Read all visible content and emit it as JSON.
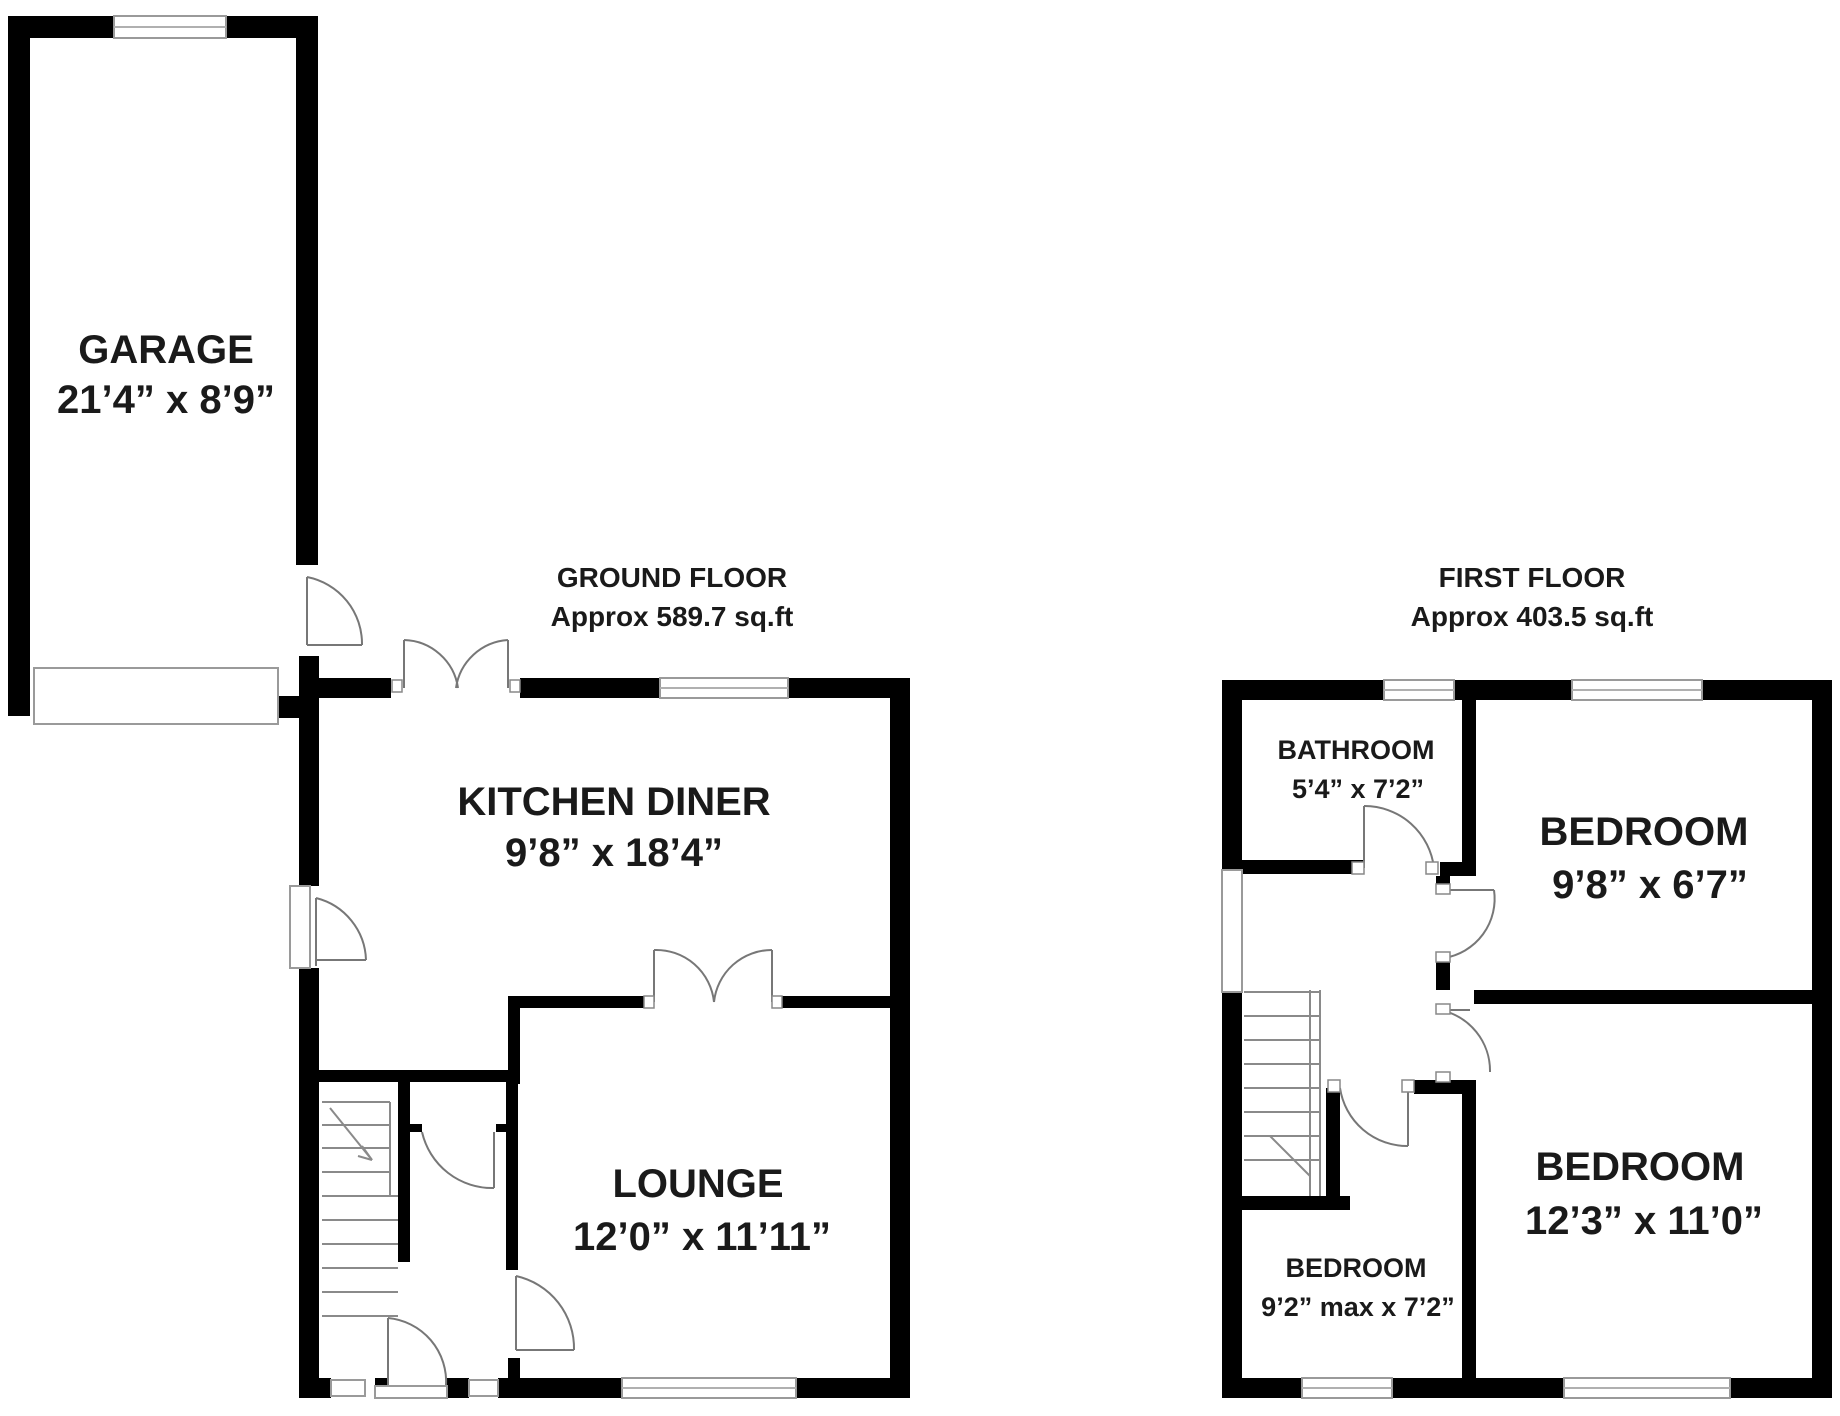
{
  "floors": {
    "ground": {
      "title": "GROUND FLOOR",
      "area": "Approx 589.7 sq.ft"
    },
    "first": {
      "title": "FIRST FLOOR",
      "area": "Approx 403.5 sq.ft"
    }
  },
  "rooms": {
    "garage": {
      "name": "GARAGE",
      "size": "21’4” x 8’9”"
    },
    "kitchen": {
      "name": "KITCHEN DINER",
      "size": "9’8” x 18’4”"
    },
    "lounge": {
      "name": "LOUNGE",
      "size": "12’0” x 11’11”"
    },
    "bathroom": {
      "name": "BATHROOM",
      "size": "5’4” x 7’2”"
    },
    "bedroom_top": {
      "name": "BEDROOM",
      "size": "9’8” x 6’7”"
    },
    "bedroom_large": {
      "name": "BEDROOM",
      "size": "12’3” x 11’0”"
    },
    "bedroom_small": {
      "name": "BEDROOM",
      "size": "9’2” max x 7’2”"
    }
  }
}
